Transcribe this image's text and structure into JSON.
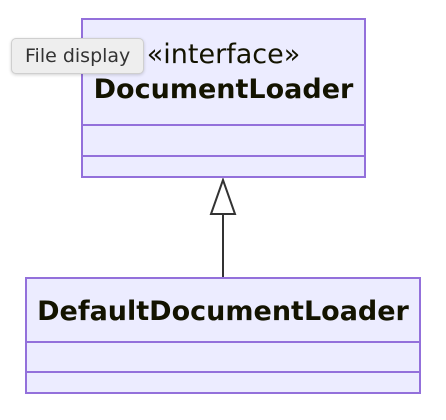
{
  "diagram": {
    "interface_class": {
      "stereotype": "«interface»",
      "name": "DocumentLoader"
    },
    "implementing_class": {
      "name": "DefaultDocumentLoader"
    },
    "relationship": "realization"
  },
  "tooltip": {
    "text": "File display"
  },
  "colors": {
    "class_fill": "#ECECFF",
    "class_border": "#9370DB",
    "text": "#131300",
    "edge": "#333333"
  }
}
